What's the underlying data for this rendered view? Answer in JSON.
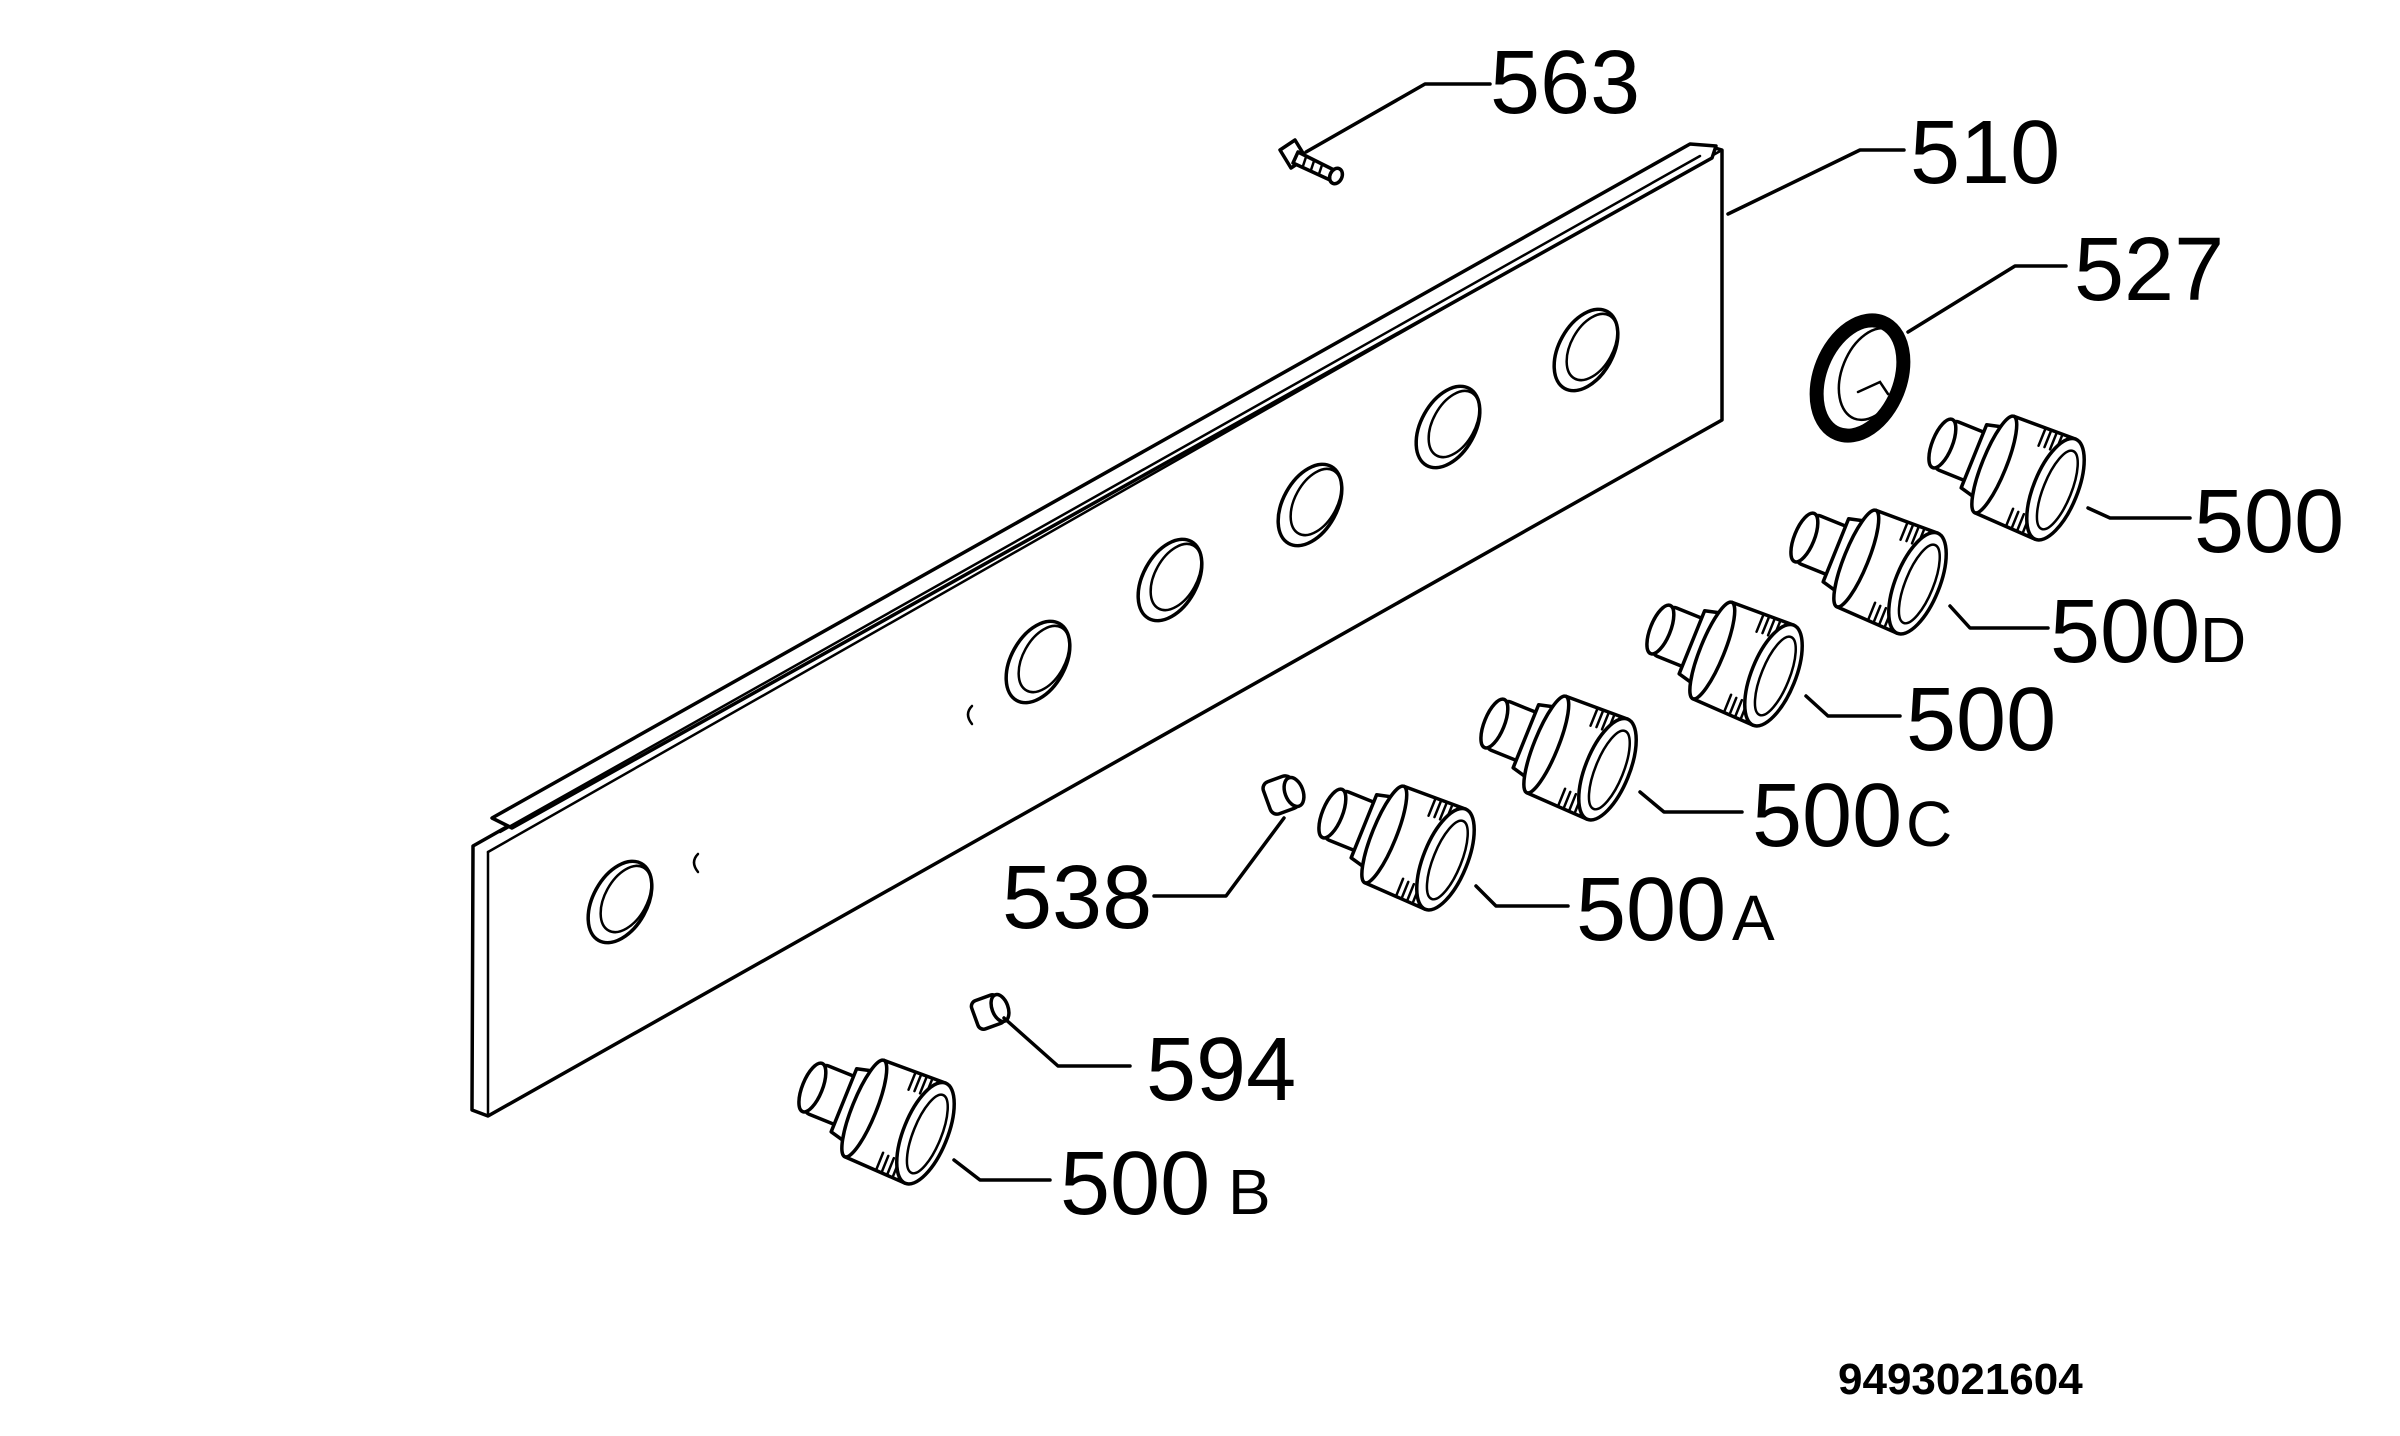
{
  "labels": {
    "l563": "563",
    "l510": "510",
    "l527": "527",
    "l500_top": "500",
    "l500d": "500",
    "l500d_suffix": "D",
    "l500_mid": "500",
    "l500c": "500",
    "l500c_suffix": "C",
    "l500a": "500",
    "l500a_suffix": "A",
    "l538": "538",
    "l594": "594",
    "l500b": "500",
    "l500b_suffix": "B"
  },
  "document_number": "9493021604",
  "colors": {
    "line": "#000000",
    "background": "#ffffff"
  }
}
